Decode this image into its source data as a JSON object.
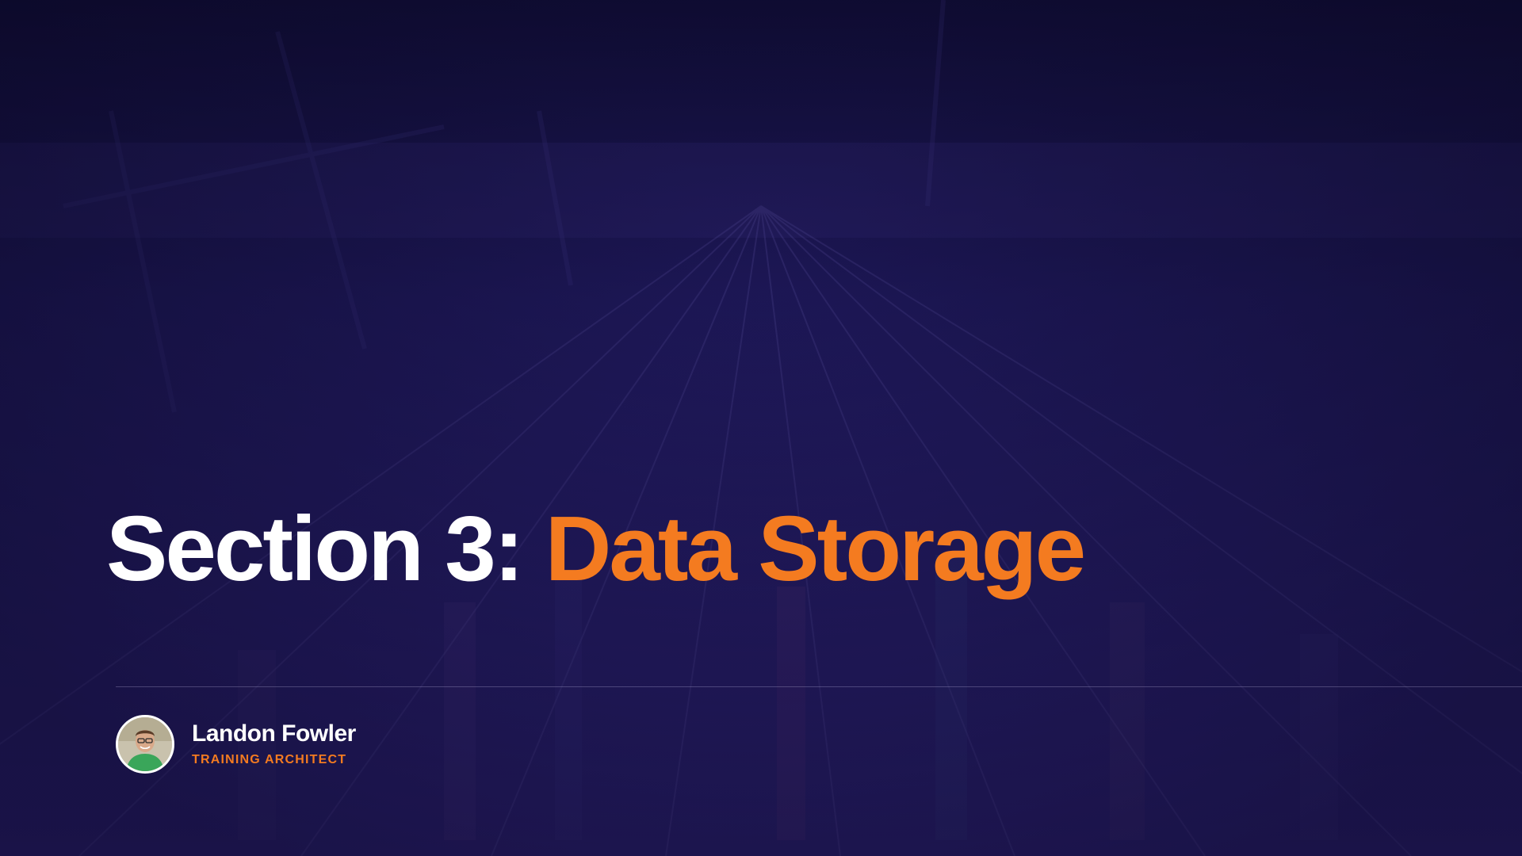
{
  "slide": {
    "title_prefix": "Section 3: ",
    "title_accent": "Data Storage"
  },
  "presenter": {
    "name": "Landon Fowler",
    "role": "TRAINING ARCHITECT"
  },
  "colors": {
    "background": "#1a1550",
    "title_text": "#ffffff",
    "accent": "#f47b20"
  },
  "background_image": "container-port-aerial-photo"
}
